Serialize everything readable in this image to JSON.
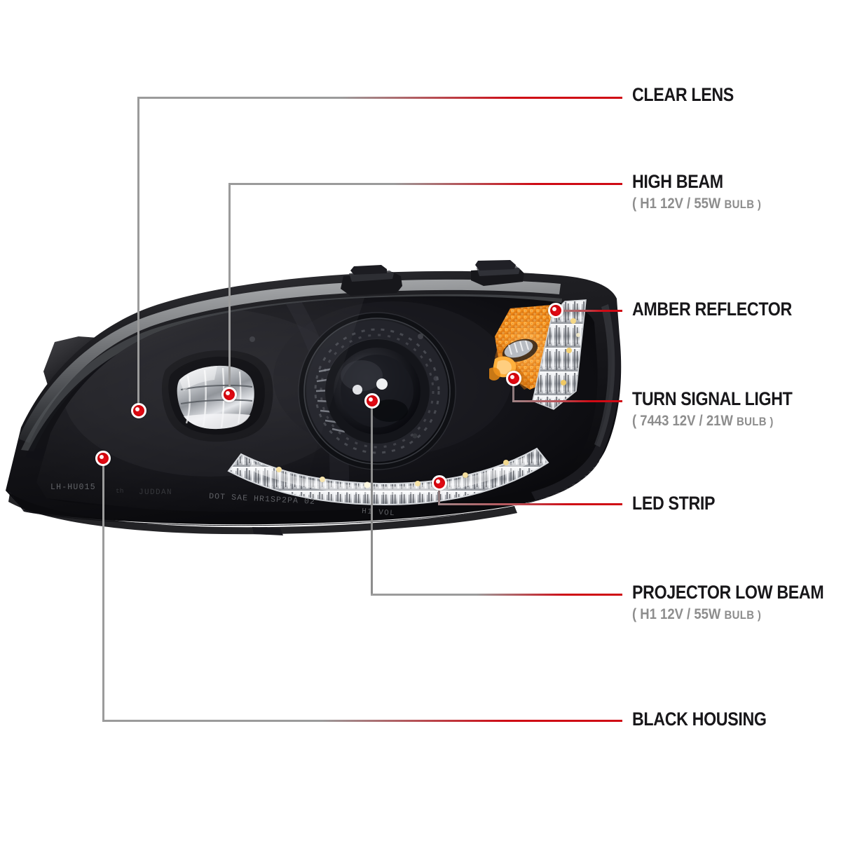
{
  "diagram": {
    "subject": "projector headlight assembly",
    "accent_color": "#cf0a14",
    "leader_color": "#9b9b9b",
    "background": "#ffffff"
  },
  "callouts": [
    {
      "id": "clear-lens",
      "title": "CLEAR LENS",
      "sub": "",
      "sub_bulb": ""
    },
    {
      "id": "high-beam",
      "title": "HIGH BEAM",
      "sub": "( H1  12V / 55W ",
      "sub_bulb": "BULB )"
    },
    {
      "id": "amber-reflector",
      "title": "AMBER REFLECTOR",
      "sub": "",
      "sub_bulb": ""
    },
    {
      "id": "turn-signal-light",
      "title": "TURN SIGNAL LIGHT",
      "sub": "( 7443  12V / 21W ",
      "sub_bulb": "BULB )"
    },
    {
      "id": "led-strip",
      "title": "LED STRIP",
      "sub": "",
      "sub_bulb": ""
    },
    {
      "id": "projector-low-beam",
      "title": "PROJECTOR LOW BEAM",
      "sub": "( H1  12V / 55W ",
      "sub_bulb": "BULB )"
    },
    {
      "id": "black-housing",
      "title": "BLACK HOUSING",
      "sub": "",
      "sub_bulb": ""
    }
  ],
  "product_markings": {
    "part_code": "LH-HU015",
    "certification": "DOT SAE HR1SP2PA 02",
    "bulb_code": "H1",
    "voltage_code": "VOL",
    "faint_stamp": "JUDDAN"
  },
  "parts": {
    "amber_reflector_color": "#e8811a",
    "chrome_color": "#e9eaec",
    "housing_color": "#111114",
    "led_accent": "#f2e9c2"
  }
}
